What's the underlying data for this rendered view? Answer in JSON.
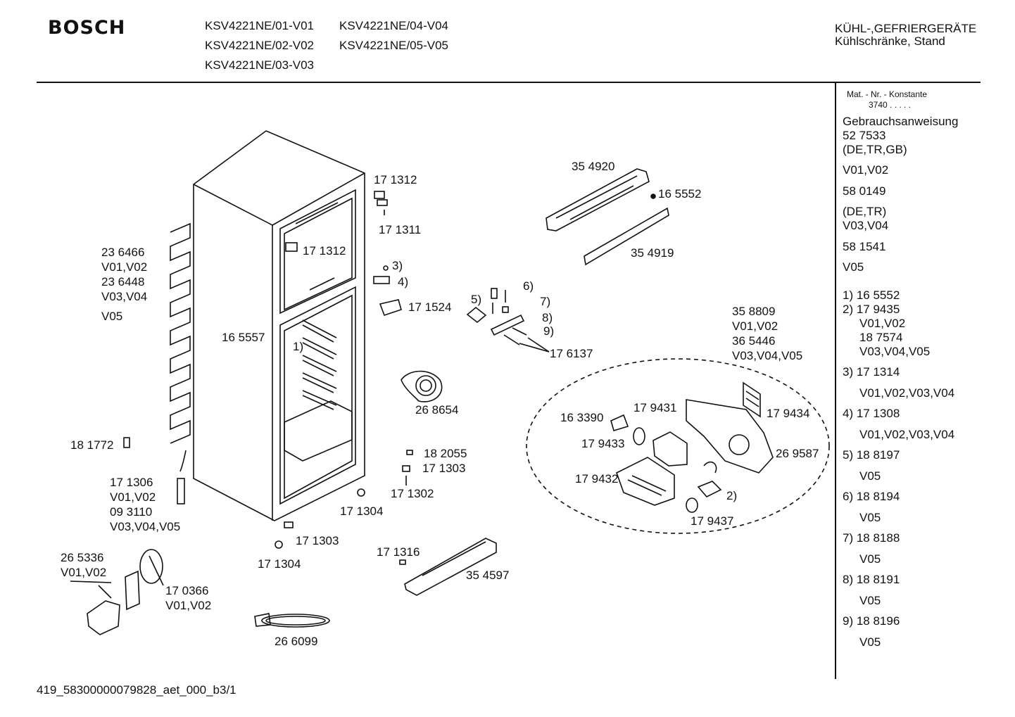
{
  "header": {
    "brand": "BOSCH",
    "models": [
      "KSV4221NE/01-V01",
      "KSV4221NE/04-V04",
      "KSV4221NE/02-V02",
      "KSV4221NE/05-V05",
      "KSV4221NE/03-V03"
    ],
    "category_line1": "KÜHL-,GEFRIERGERÄTE",
    "category_line2": "Kühlschränke, Stand"
  },
  "sidebar": {
    "mat_header": "Mat. - Nr. - Konstante",
    "mat_value": "3740 . . . . .",
    "lines": [
      "Gebrauchsanweisung",
      "52 7533",
      "(DE,TR,GB)",
      "V01,V02",
      "58 0149",
      "(DE,TR)",
      "V03,V04",
      "58 1541",
      "V05",
      "1) 16 5552",
      "2) 17 9435",
      "V01,V02",
      "18 7574",
      "V03,V04,V05",
      "3) 17 1314",
      "V01,V02,V03,V04",
      "4) 17 1308",
      "V01,V02,V03,V04",
      "5) 18 8197",
      "V05",
      "6) 18 8194",
      "V05",
      "7) 18 8188",
      "V05",
      "8) 18 8191",
      "V05",
      "9) 18 8196",
      "V05"
    ]
  },
  "labels": [
    "17 1312",
    "17 1311",
    "17 1312",
    "23 6466",
    "V01,V02",
    "23 6448",
    "V03,V04",
    "V05",
    "3)",
    "4)",
    "17 1524",
    "16 5557",
    "1)",
    "5)",
    "6)",
    "7)",
    "8)",
    "9)",
    "17 6137",
    "35 4920",
    "16 5552",
    "35 4919",
    "35 8809",
    "V01,V02",
    "36 5446",
    "V03,V04,V05",
    "26 8654",
    "18 1772",
    "18 2055",
    "17 1303",
    "17 1302",
    "17 1304",
    "17 1306",
    "V01,V02",
    "09 3110",
    "V03,V04,V05",
    "17 1303",
    "17 1304",
    "17 1316",
    "35 4597",
    "26 5336",
    "V01,V02",
    "17 0366",
    "V01,V02",
    "26 6099",
    "16 3390",
    "17 9431",
    "17 9434",
    "17 9433",
    "26 9587",
    "17 9432",
    "2)",
    "17 9437"
  ],
  "footer": {
    "code": "419_58300000079828_aet_000_b3/1"
  }
}
